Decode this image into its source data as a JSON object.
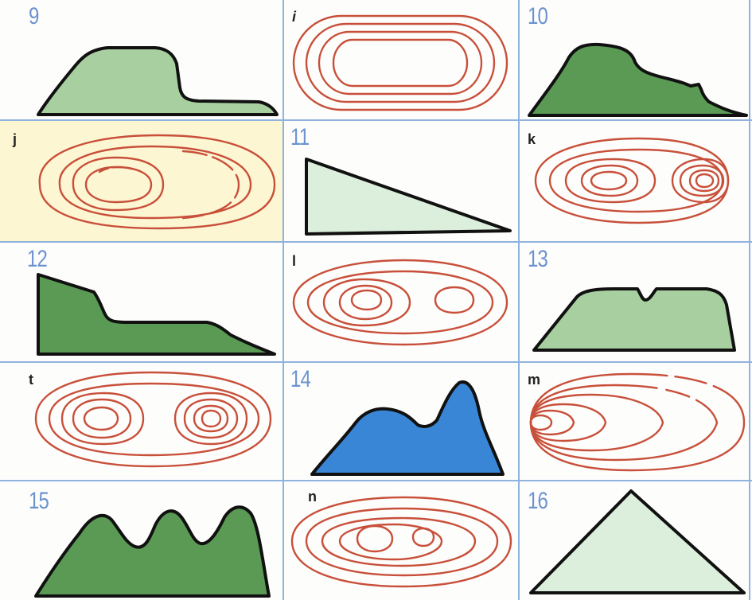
{
  "colors": {
    "grid_line": "#8fb3de",
    "label_number": "#6c93cf",
    "label_letter": "#222222",
    "contour_line": "#c8503a",
    "profile_outline": "#111111",
    "fill_pale_green": "#a7cfa0",
    "fill_dark_green": "#5a9a55",
    "fill_lightest_green": "#dcefdc",
    "fill_blue": "#3a86d6",
    "fill_cream": "#fdf6d3",
    "sheet_background": "#fdfdfc"
  },
  "cells": [
    {
      "label": "9"
    },
    {
      "label": "i"
    },
    {
      "label": "10"
    },
    {
      "label": "j"
    },
    {
      "label": "11"
    },
    {
      "label": "k"
    },
    {
      "label": "12"
    },
    {
      "label": "l"
    },
    {
      "label": "13"
    },
    {
      "label": "t"
    },
    {
      "label": "14"
    },
    {
      "label": "m"
    },
    {
      "label": "15"
    },
    {
      "label": "n"
    },
    {
      "label": "16"
    }
  ]
}
